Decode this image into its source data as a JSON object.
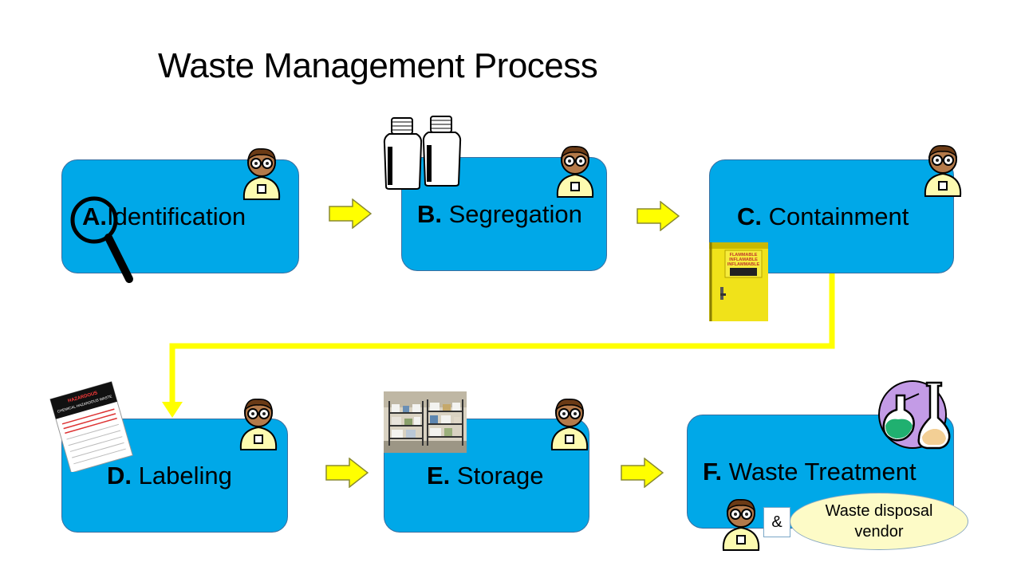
{
  "title": "Waste Management Process",
  "steps": [
    {
      "letter": "A.",
      "name": "Identification"
    },
    {
      "letter": "B.",
      "name": "Segregation"
    },
    {
      "letter": "C.",
      "name": "Containment"
    },
    {
      "letter": "D.",
      "name": "Labeling"
    },
    {
      "letter": "E.",
      "name": "Storage"
    },
    {
      "letter": "F.",
      "name": "Waste Treatment"
    }
  ],
  "ampersand": "&",
  "vendor": {
    "line1": "Waste disposal",
    "line2": "vendor"
  },
  "cabinet_sign": [
    "FLAMMABLE",
    "INFLAMABLE",
    "INFLAMMABLE"
  ],
  "label_sheet": {
    "title": "HAZARDOUS",
    "subtitle": "CHEMICAL HAZARDOUS WASTE"
  },
  "colors": {
    "box": "#00a8e8",
    "arrow": "#ffff00",
    "connector": "#ffff00",
    "vendor_fill": "#fdfbc7"
  }
}
